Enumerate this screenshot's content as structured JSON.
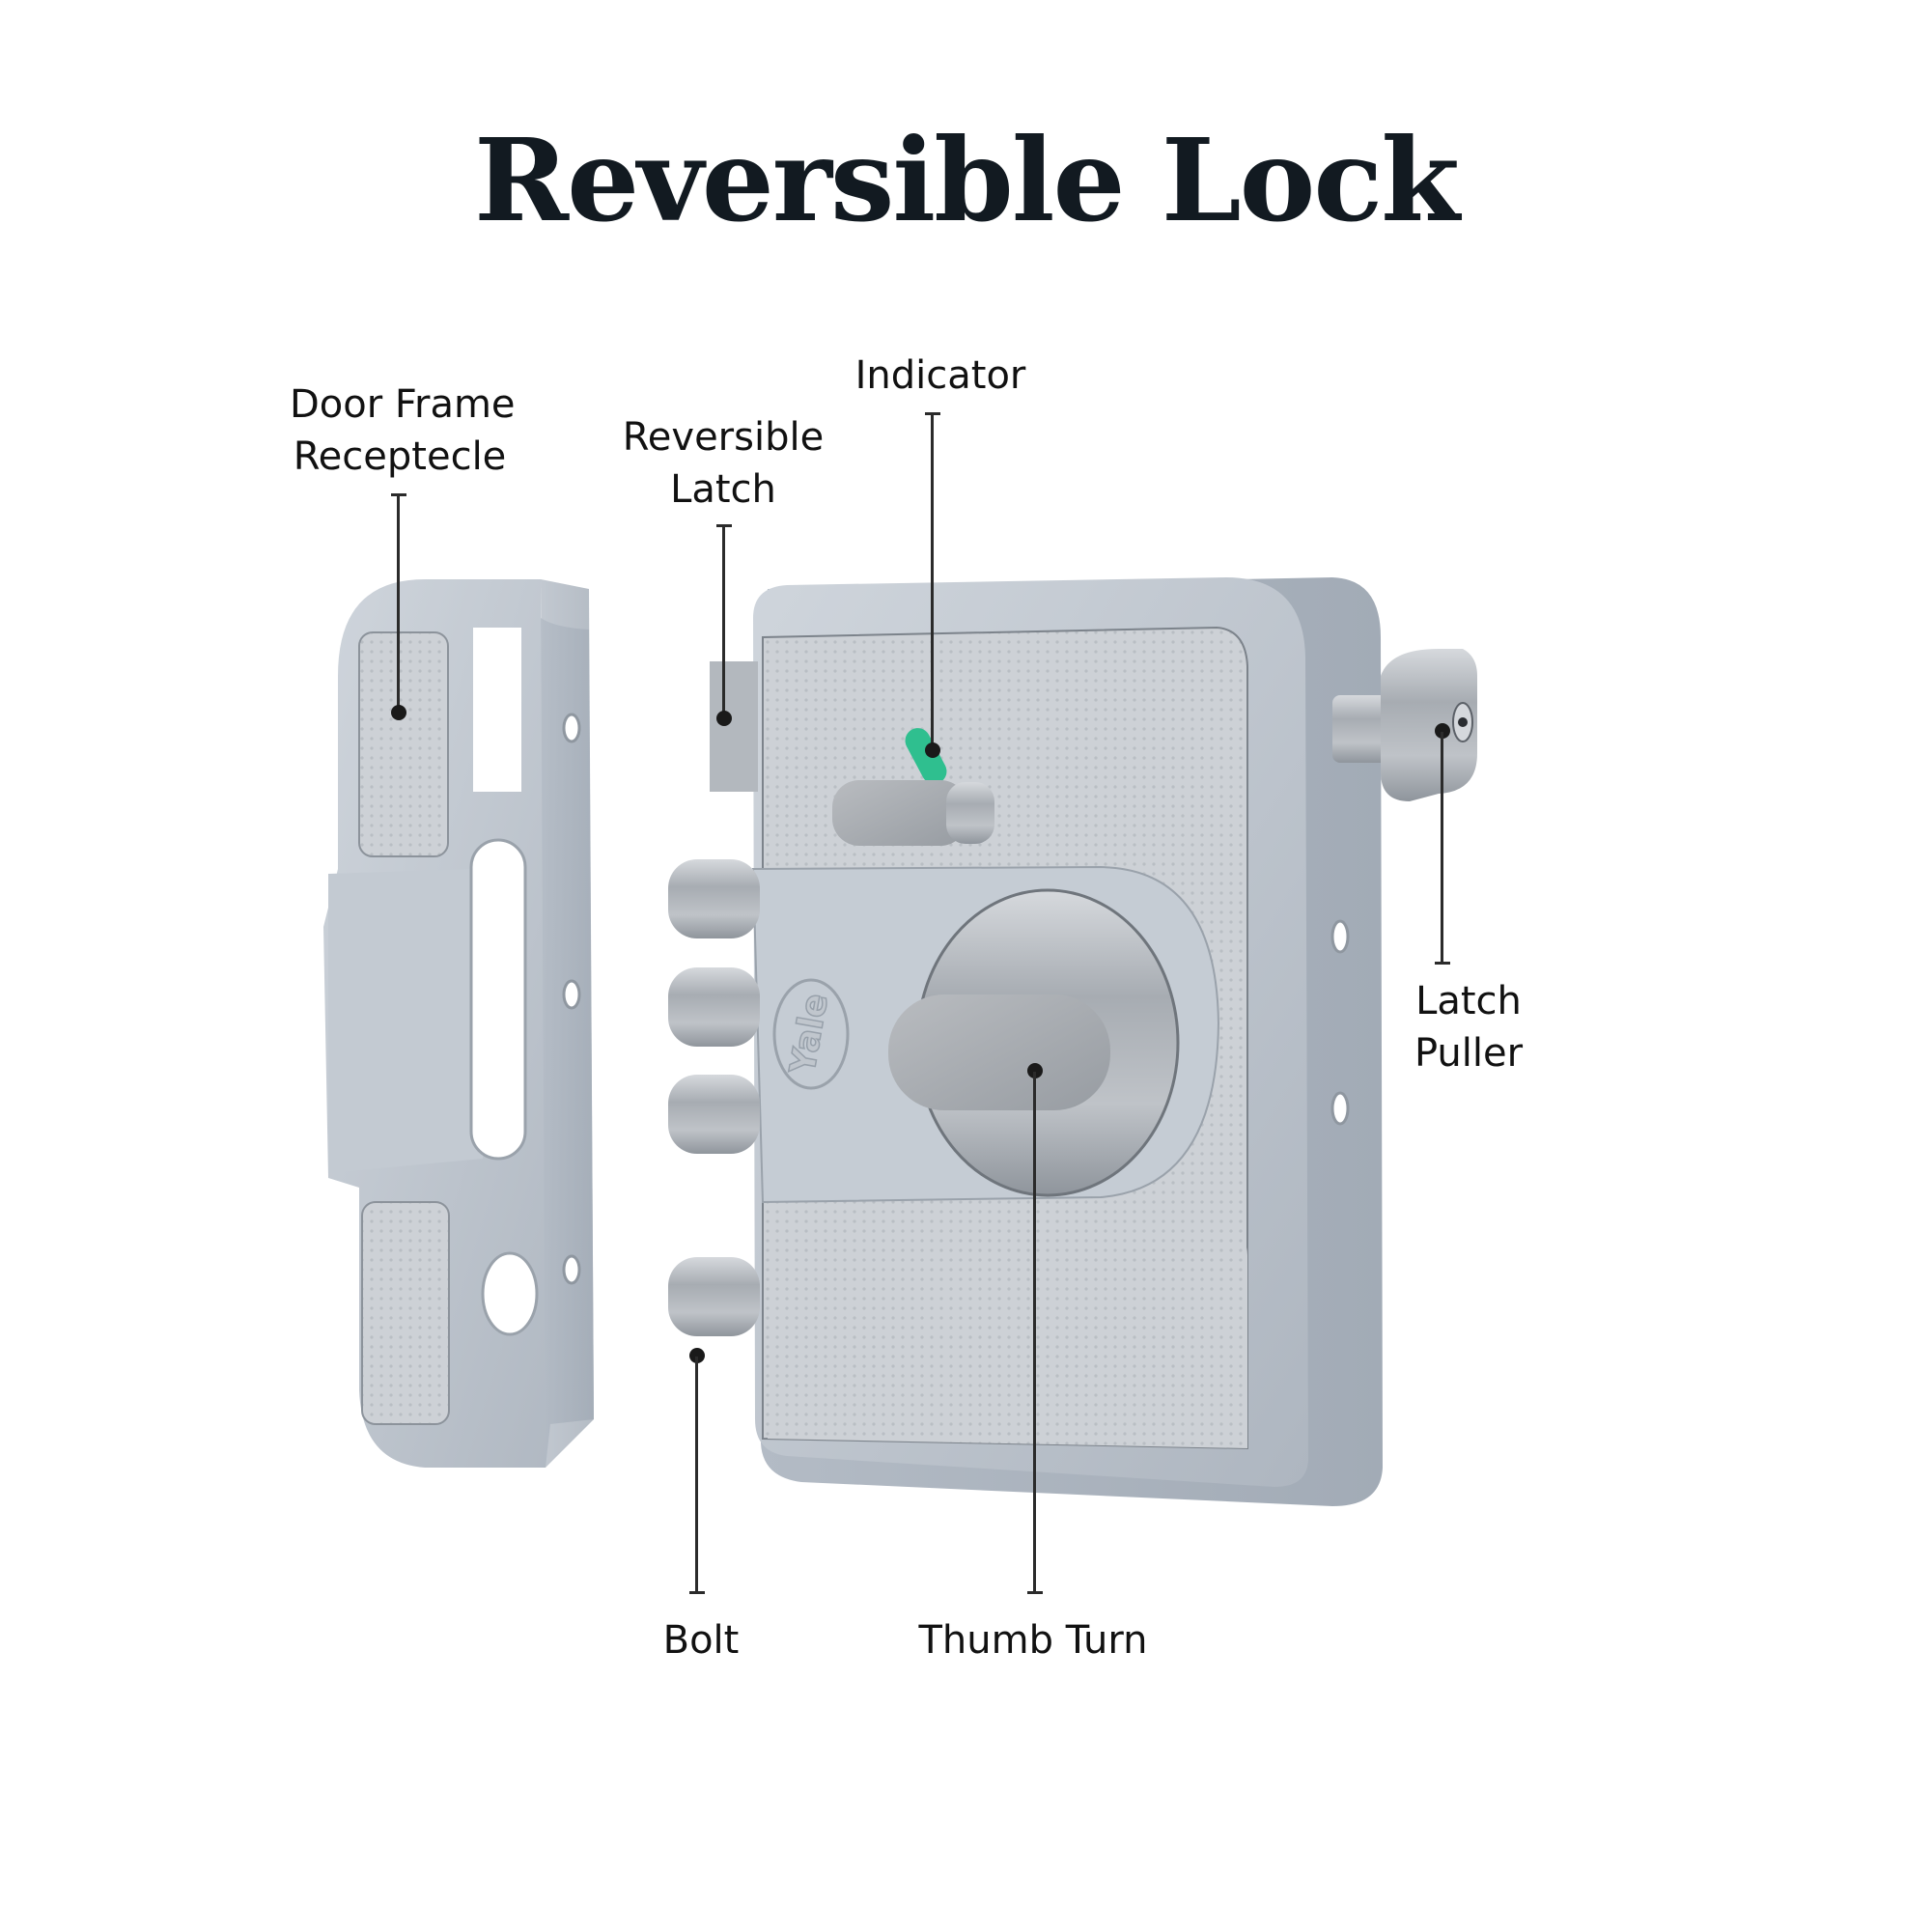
{
  "title": "Reversible Lock",
  "labels": {
    "door_frame": [
      "Door Frame",
      "Receptecle"
    ],
    "reversible_latch": [
      "Reversible",
      "Latch"
    ],
    "indicator": "Indicator",
    "latch_puller": [
      "Latch",
      "Puller"
    ],
    "bolt": "Bolt",
    "thumb_turn": "Thumb Turn"
  },
  "brand_mark": "Yale",
  "colors": {
    "title": "#121a21",
    "label_text": "#111111",
    "leader_line": "#2b2b2b",
    "lock_body": "#b9c1cb",
    "lock_face": "#c7cdd4",
    "chrome": "#a9afb6",
    "indicator_green": "#2fbf8f",
    "background": "#ffffff"
  },
  "icons": {
    "leader_dot": "filled-circle",
    "leader_cap": "t-bar"
  }
}
